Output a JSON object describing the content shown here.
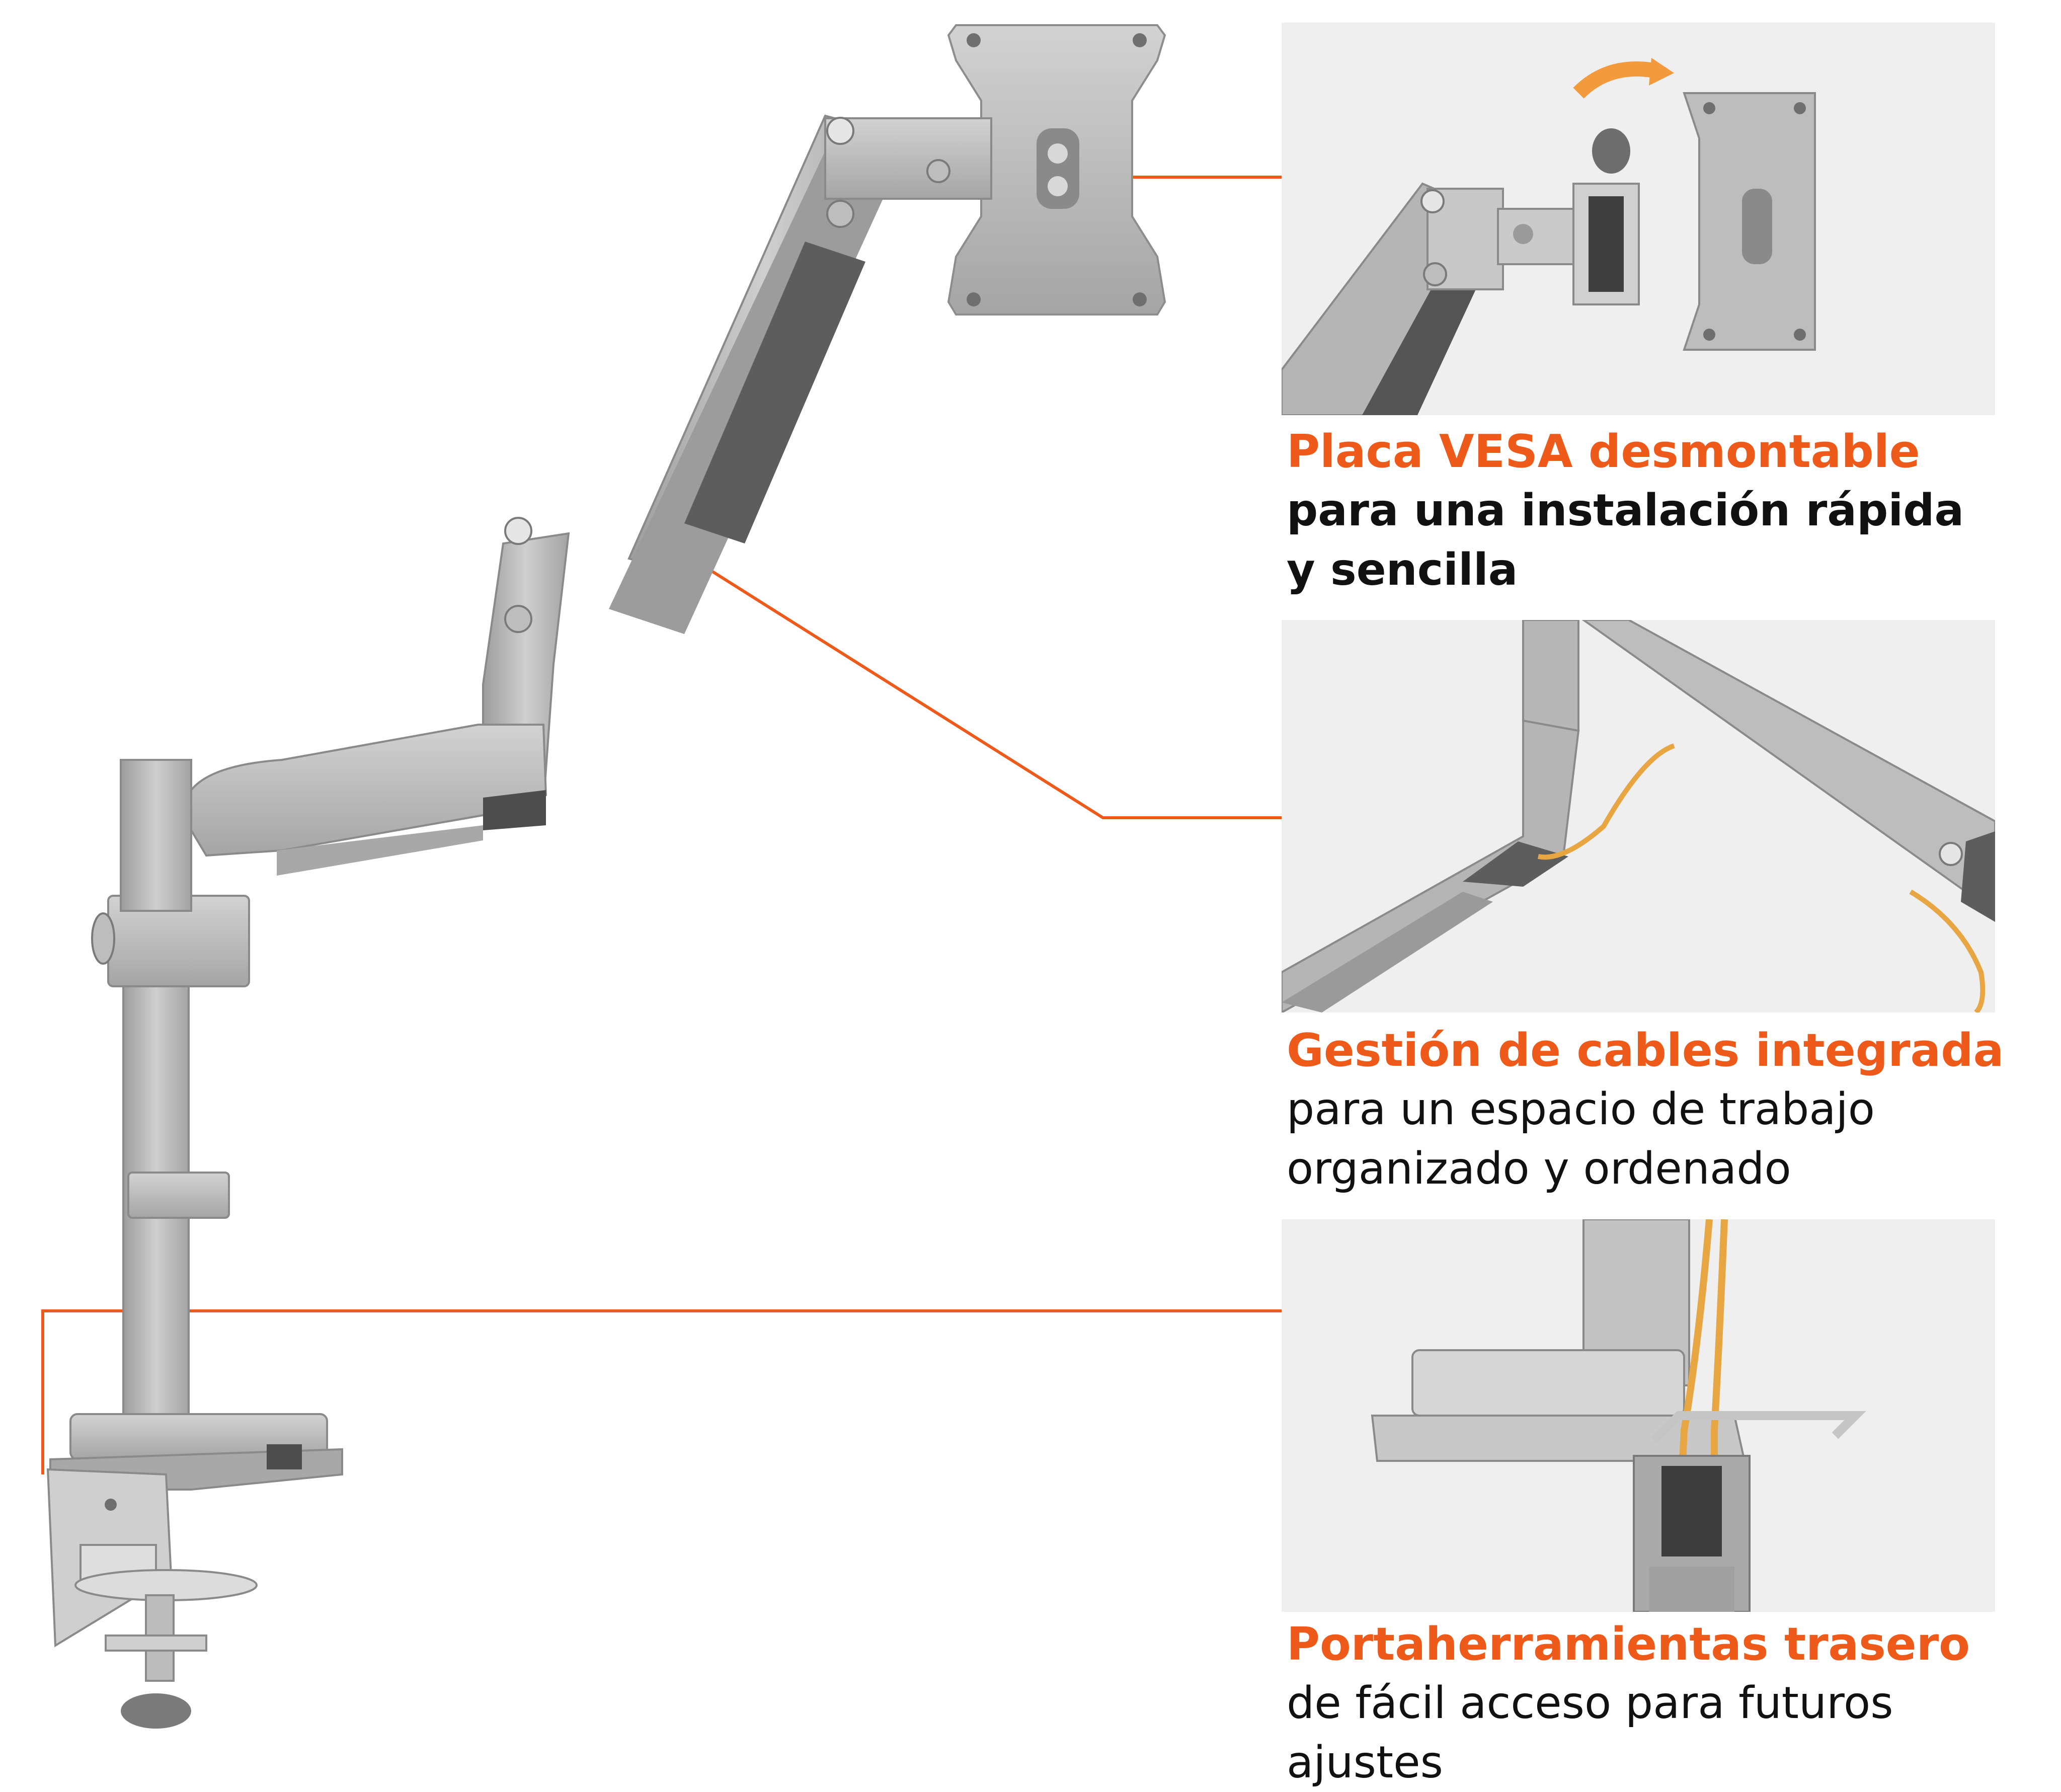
{
  "features": [
    {
      "title": "Placa VESA desmontable",
      "line1": "para una instalación rápida",
      "line2": "y sencilla"
    },
    {
      "title": "Gestión de cables integrada",
      "line1": "para un espacio de trabajo",
      "line2": "organizado y ordenado"
    },
    {
      "title": "Portaherramientas trasero",
      "line1": "de fácil acceso para futuros",
      "line2": "ajustes"
    }
  ],
  "colors": {
    "accent": "#ee5a1a",
    "text": "#111111",
    "metal": "#b9b9b9",
    "cable": "#e8a642"
  },
  "icons": [
    "monitor-arm-illustration",
    "vesa-plate-illustration",
    "cable-management-illustration",
    "tool-holder-illustration"
  ]
}
